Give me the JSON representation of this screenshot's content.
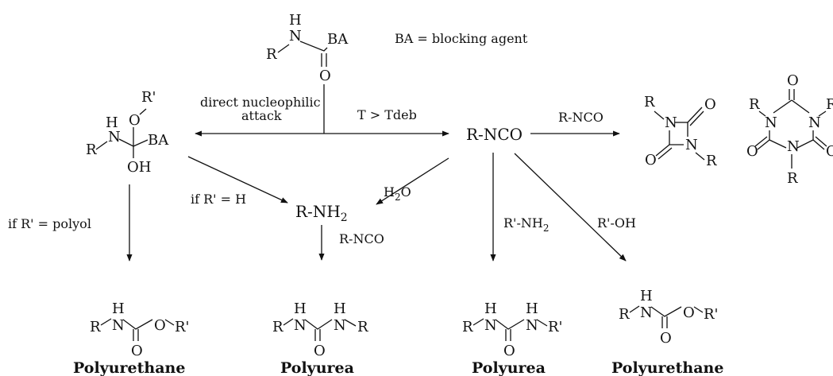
{
  "molecules": {
    "blocked_isocyanate": {
      "atoms": {
        "H": "H",
        "N": "N",
        "R": "R",
        "BA": "BA",
        "O": "O"
      }
    },
    "intermediate": {
      "atoms": {
        "R1": "R'",
        "O": "O",
        "H": "H",
        "N": "N",
        "R": "R",
        "BA": "BA",
        "OH": "OH"
      }
    },
    "isocyanate": "R-NCO",
    "amine": {
      "prefix": "R-NH",
      "sub": "2"
    },
    "uretdione": {
      "atoms": {
        "R_top": "R",
        "N_top": "N",
        "O_top": "O",
        "O_bot": "O",
        "N_bot": "N",
        "R_bot": "R"
      }
    },
    "isocyanurate": {
      "atoms": {
        "O_top": "O",
        "R_left": "R",
        "N_left": "N",
        "N_right": "N",
        "R_right": "R",
        "O_left": "O",
        "O_right": "O",
        "N_bot": "N",
        "R_bot": "R"
      }
    }
  },
  "legend": {
    "ba_definition": "BA = blocking agent"
  },
  "arrows": {
    "nucleophilic_line1": "direct nucleophilic",
    "nucleophilic_line2": "attack",
    "deblocking": "T > Tdeb",
    "dimerization": "R-NCO",
    "hydrolysis_prefix": "H",
    "hydrolysis_sub": "2",
    "hydrolysis_suffix": "O",
    "if_h": "if R' = H",
    "if_polyol": "if R' = polyol",
    "amine_to_urea": "R-NCO",
    "with_amine_prefix": "R'-NH",
    "with_amine_sub": "2",
    "with_alcohol": "R'-OH"
  },
  "products": [
    {
      "name": "Polyurethane",
      "atoms": {
        "H": "H",
        "R": "R",
        "N": "N",
        "O_bot": "O",
        "O_side": "O",
        "R2": "R'"
      }
    },
    {
      "name": "Polyurea",
      "atoms": {
        "H1": "H",
        "R": "R",
        "N1": "N",
        "O_bot": "O",
        "H2": "H",
        "N2": "N",
        "R2": "R"
      }
    },
    {
      "name": "Polyurea",
      "atoms": {
        "H1": "H",
        "R": "R",
        "N1": "N",
        "O_bot": "O",
        "H2": "H",
        "N2": "N",
        "R2": "R'"
      }
    },
    {
      "name": "Polyurethane",
      "atoms": {
        "H": "H",
        "R": "R",
        "N": "N",
        "O_bot": "O",
        "O_side": "O",
        "R2": "R'"
      }
    }
  ]
}
